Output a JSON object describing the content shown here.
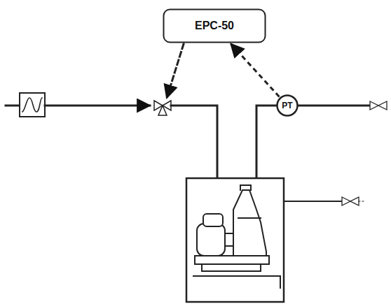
{
  "diagram": {
    "nodes": [
      {
        "text": [
          "EPC-50"
        ]
      },
      {
        "text": [
          "PT"
        ]
      }
    ],
    "edges": [
      {
        "from": 1,
        "to": 0,
        "arrow": "to"
      }
    ]
  }
}
